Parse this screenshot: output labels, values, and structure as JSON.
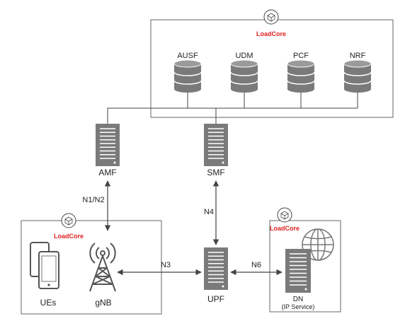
{
  "colors": {
    "accent": "#e02020",
    "server": "#7a7a7a",
    "line": "#444444",
    "text": "#222222"
  },
  "core": {
    "badge": "LoadCore",
    "databases": [
      "AUSF",
      "UDM",
      "PCF",
      "NRF"
    ]
  },
  "ran": {
    "badge": "LoadCore",
    "ues_label": "UEs",
    "gnb_label": "gNB"
  },
  "dn_box": {
    "badge": "LoadCore",
    "dn_label": "DN",
    "dn_sublabel": "(IP Service)"
  },
  "servers": {
    "amf": "AMF",
    "smf": "SMF",
    "upf": "UPF"
  },
  "interfaces": {
    "n1n2": "N1/N2",
    "n4": "N4",
    "n3": "N3",
    "n6": "N6"
  }
}
